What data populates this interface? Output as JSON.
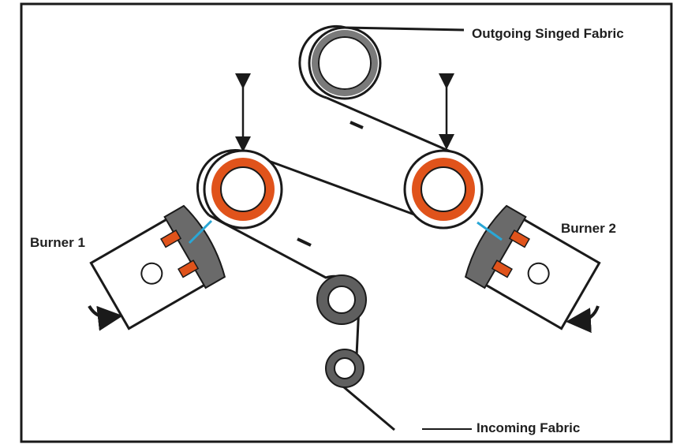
{
  "labels": {
    "outgoing": "Outgoing Singed Fabric",
    "incoming": "Incoming Fabric",
    "burner1": "Burner 1",
    "burner2": "Burner 2"
  },
  "colors": {
    "frame": "#1a1a1a",
    "fabric": "#1a1a1a",
    "roller_orange": "#e0531b",
    "roller_gray": "#5f5f5f",
    "burner_body": "#ffffff",
    "burner_head": "#6a6a6a",
    "flame_blue": "#2aa7d6",
    "nozzle_orange": "#e0531b"
  },
  "icons": {
    "burner_rotation": "curved-arrow-icon",
    "roller_motion": "double-arrow-icon",
    "fabric_direction": "dash-mark-icon"
  }
}
